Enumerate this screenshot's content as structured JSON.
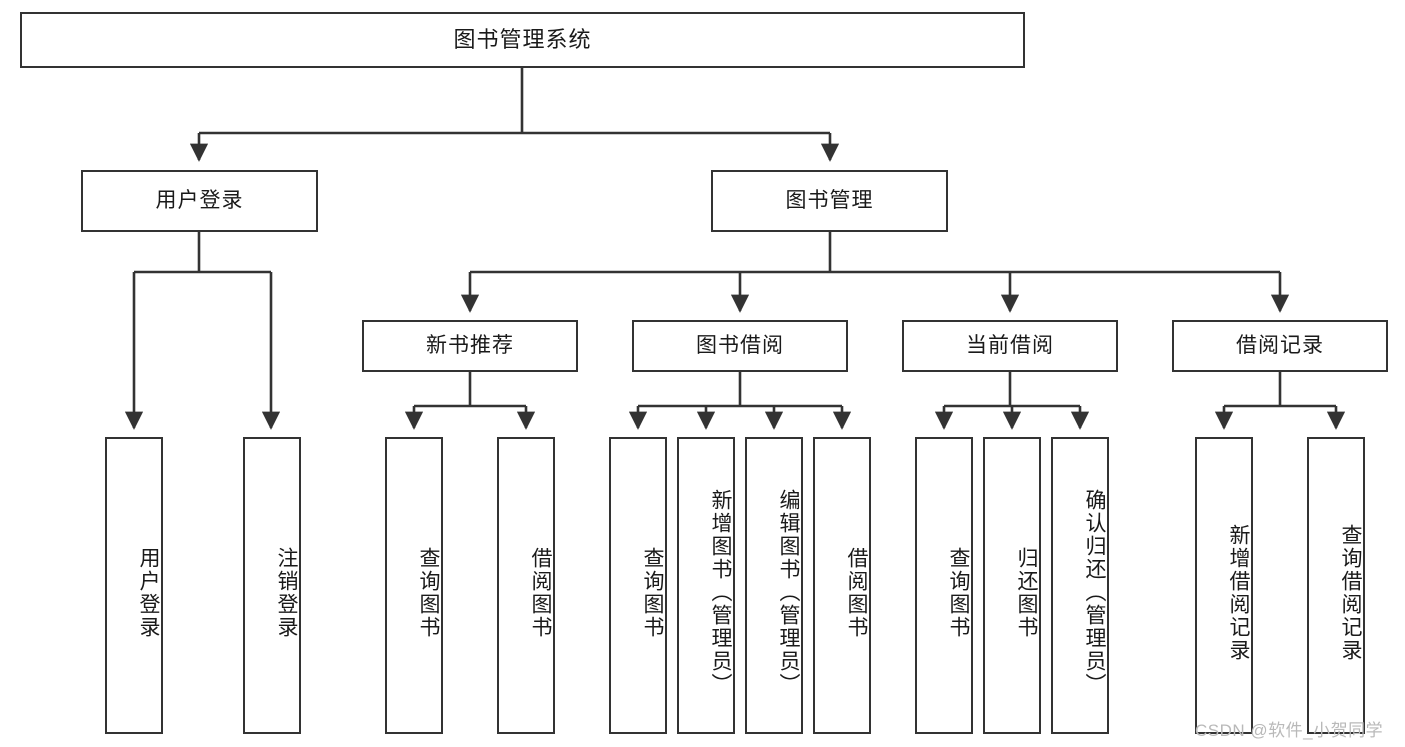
{
  "diagram": {
    "title": "图书管理系统",
    "watermark": "CSDN @软件_小贺同学",
    "colors": {
      "border": "#333333",
      "background": "#ffffff",
      "text": "#1a1a1a",
      "watermark": "#b9b9b9"
    },
    "nodes": {
      "root": "图书管理系统",
      "level2": {
        "user_login": "用户登录",
        "book_manage": "图书管理"
      },
      "level3": {
        "new_book_recommend": "新书推荐",
        "book_borrow": "图书借阅",
        "current_borrow": "当前借阅",
        "borrow_record": "借阅记录"
      },
      "leaves": {
        "user_login_1": "用户登录",
        "user_login_2": "注销登录",
        "new_book_1": "查询图书",
        "new_book_2": "借阅图书",
        "book_borrow_1": "查询图书",
        "book_borrow_2": "新增图书（管理员）",
        "book_borrow_3": "编辑图书（管理员）",
        "book_borrow_4": "借阅图书",
        "current_borrow_1": "查询图书",
        "current_borrow_2": "归还图书",
        "current_borrow_3": "确认归还（管理员）",
        "borrow_record_1": "新增借阅记录",
        "borrow_record_2": "查询借阅记录"
      }
    }
  }
}
